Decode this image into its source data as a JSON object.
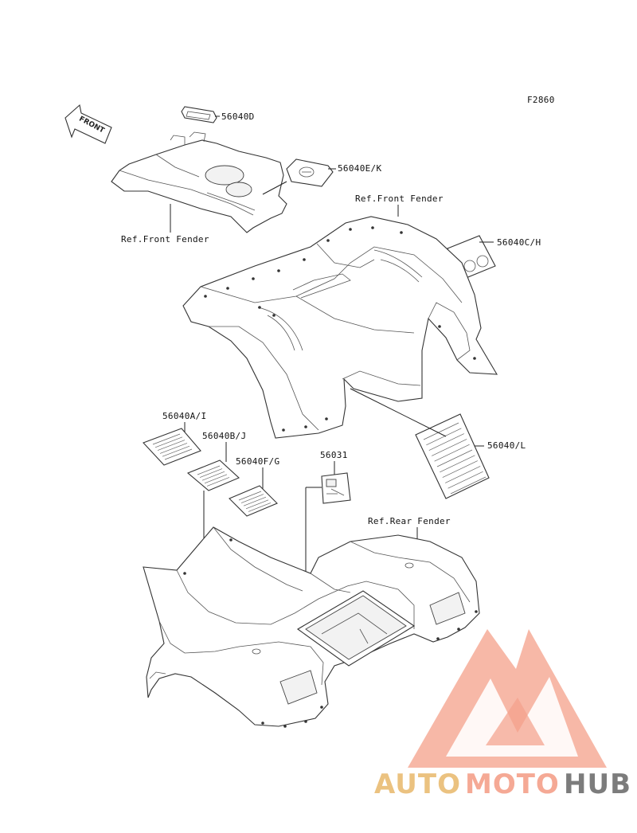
{
  "figure_code": "F2860",
  "direction_arrow": "FRONT",
  "labels": {
    "p_56040D": "56040D",
    "p_56040EK": "56040E/K",
    "p_56040CH": "56040C/H",
    "p_56040L": "56040/L",
    "p_56040AI": "56040A/I",
    "p_56040BJ": "56040B/J",
    "p_56040FG": "56040F/G",
    "p_56031": "56031",
    "ref_front_fender_left": "Ref.Front Fender",
    "ref_front_fender_top": "Ref.Front Fender",
    "ref_rear_fender": "Ref.Rear Fender"
  },
  "watermark": {
    "part1": "AUTO",
    "part2": "MOTO",
    "part3": "HUB",
    "color_main": "#f4a08a",
    "color_accent": "#e8b86a",
    "color_dark": "#6e6e6e"
  }
}
